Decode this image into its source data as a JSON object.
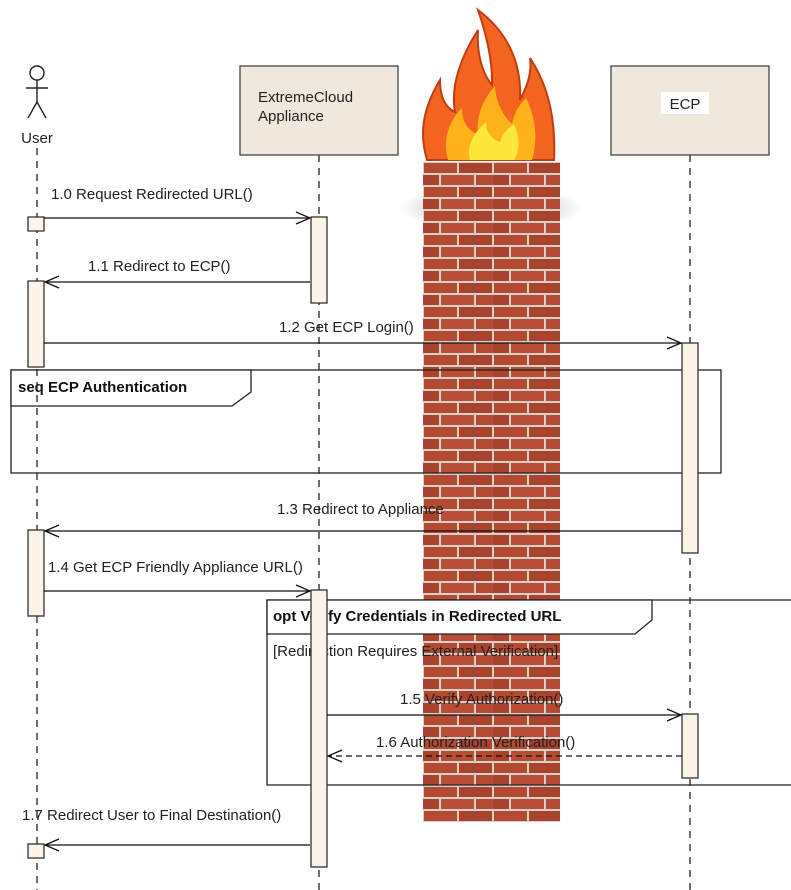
{
  "actors": {
    "user": "User",
    "appliance_line1": "ExtremeCloud",
    "appliance_line2": "Appliance",
    "ecp": "ECP"
  },
  "messages": [
    "1.0 Request Redirected URL()",
    "1.1 Redirect to ECP()",
    "1.2 Get ECP Login()",
    "1.3 Redirect to Appliance",
    "1.4 Get ECP Friendly  Appliance URL()",
    "1.5 Verify Authorization()",
    "1.6 Authorization Verification()",
    "1.7 Redirect User to Final Destination()"
  ],
  "fragments": {
    "seq_title": "seq ECP Authentication",
    "opt_title": "opt Verify Credentials in Redirected URL",
    "opt_guard": "[Redirection Requires External Verification]"
  },
  "colors": {
    "lifeline_box": "#efe8dc",
    "activation": "#fbf4e7",
    "brick": "#b54a32",
    "mortar": "#d8d0c6",
    "flame_outer": "#f2641f",
    "flame_inner": "#ffd21c"
  }
}
